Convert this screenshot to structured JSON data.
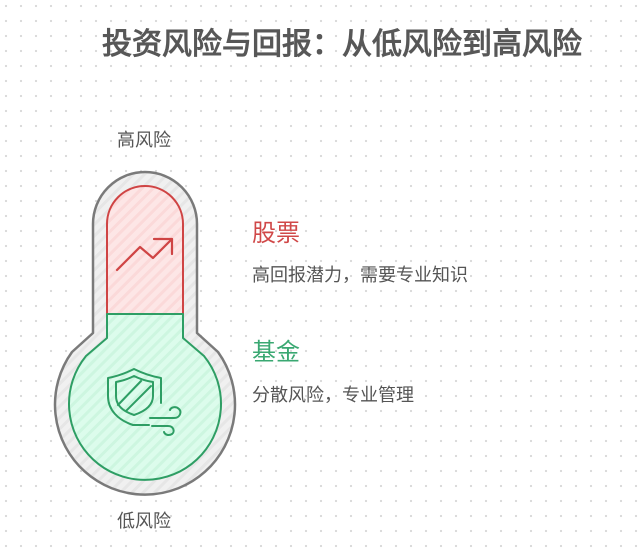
{
  "title": "投资风险与回报：从低风险到高风险",
  "scale": {
    "high_label": "高风险",
    "low_label": "低风险"
  },
  "items": [
    {
      "name": "股票",
      "description": "高回报潜力，需要专业知识",
      "icon": "trending-up-icon",
      "color": "#d04848",
      "fill": "#fde4e4"
    },
    {
      "name": "基金",
      "description": "分散风险，专业管理",
      "icon": "shield-wind-icon",
      "color": "#3aa872",
      "fill": "#dafbea"
    }
  ],
  "colors": {
    "title": "#575757",
    "outer_stroke": "#7a7a7a",
    "outer_fill": "#efefef",
    "text": "#555555"
  }
}
